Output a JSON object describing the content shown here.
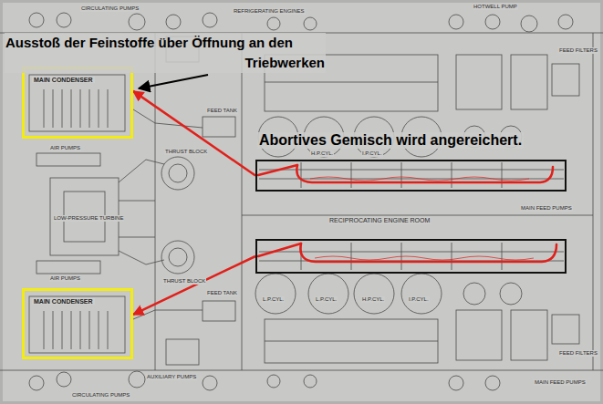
{
  "diagram": {
    "nodes": [
      {
        "text": [
          "MAIN CONDENSER"
        ]
      },
      {
        "text": [
          "Abortives Gemisch wird angereichert."
        ]
      },
      {
        "text": []
      },
      {
        "text": [
          "MAIN CONDENSER"
        ]
      }
    ],
    "edges": [
      {
        "from": 1,
        "to": 0,
        "arrow": "to"
      },
      {
        "from": 2,
        "to": 3,
        "arrow": "to"
      }
    ],
    "labels": [
      "Ausstoß der Feinstoffe über Öffnung an den Triebwerken",
      "REFRIGERATING ENGINES",
      "HOTWELL PUMP",
      "CIRCULATING PUMPS",
      "FEED FILTERS",
      "THRUST BLOCK",
      "AIR PUMPS",
      "FEED TANK",
      "H.P.CYL.",
      "I.P.CYL.",
      "LOW-PRESSURE TURBINE",
      "RECIPROCATING ENGINE ROOM",
      "MAIN FEED PUMPS",
      "AIR PUMPS",
      "THRUST BLOCK",
      "FEED TANK",
      "L.P.CYL.",
      "L.P.CYL.",
      "H.P.CYL.",
      "I.P.CYL.",
      "AUXILIARY PUMPS",
      "CIRCULATING PUMPS",
      "MAIN FEED PUMPS",
      "FEED FILTERS"
    ]
  }
}
